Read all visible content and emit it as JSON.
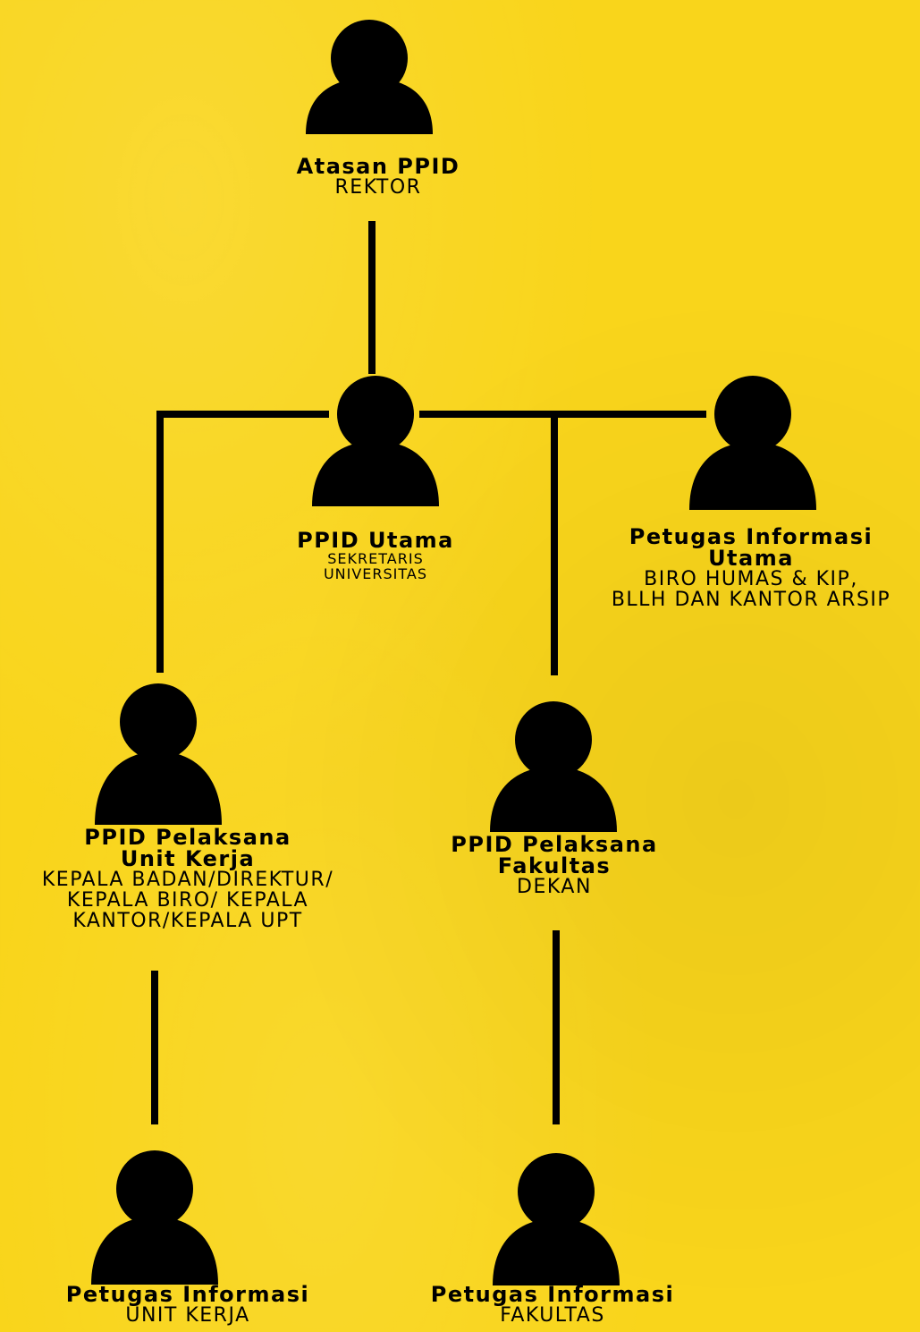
{
  "diagram": {
    "nodes": [
      {
        "id": "atasan",
        "title": "Atasan PPID",
        "role": [
          "REKTOR"
        ]
      },
      {
        "id": "utama",
        "title": "PPID Utama",
        "role": [
          "SEKRETARIS",
          "UNIVERSITAS"
        ]
      },
      {
        "id": "petugas-utama",
        "title": [
          "Petugas Informasi",
          "Utama"
        ],
        "role": [
          "BIRO HUMAS & KIP,",
          "BLLH DAN KANTOR ARSIP"
        ]
      },
      {
        "id": "pelaksana-unit",
        "title": [
          "PPID Pelaksana",
          "Unit Kerja"
        ],
        "role": [
          "KEPALA BADAN/DIREKTUR/",
          "KEPALA BIRO/ KEPALA",
          "KANTOR/KEPALA UPT"
        ]
      },
      {
        "id": "pelaksana-fakultas",
        "title": [
          "PPID Pelaksana",
          "Fakultas"
        ],
        "role": [
          "DEKAN"
        ]
      },
      {
        "id": "petugas-unit",
        "title": "Petugas Informasi",
        "role": [
          "UNIT KERJA"
        ]
      },
      {
        "id": "petugas-fakultas",
        "title": "Petugas Informasi",
        "role": [
          "FAKULTAS"
        ]
      }
    ],
    "edges": [
      [
        "atasan",
        "utama"
      ],
      [
        "utama",
        "petugas-utama"
      ],
      [
        "utama",
        "pelaksana-unit"
      ],
      [
        "utama",
        "pelaksana-fakultas"
      ],
      [
        "pelaksana-unit",
        "petugas-unit"
      ],
      [
        "pelaksana-fakultas",
        "petugas-fakultas"
      ]
    ],
    "colors": {
      "background": "#f9d51b",
      "ink": "#000000"
    },
    "icon": "person-icon"
  }
}
